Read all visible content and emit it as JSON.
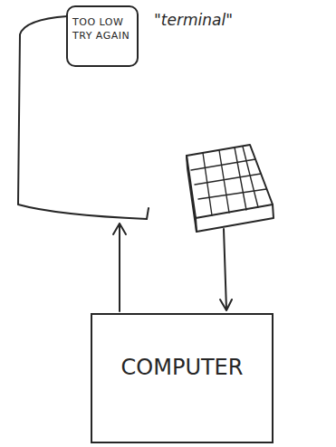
{
  "diagram": {
    "nodes": [
      {
        "text": [
          "TOO LOW TRY AGAIN"
        ]
      },
      {
        "text": [
          "COMPUTER"
        ]
      }
    ],
    "edges": [
      {
        "from": 1,
        "to": 0,
        "arrow": "to"
      }
    ],
    "labels": [
      "\"terminal\""
    ]
  }
}
